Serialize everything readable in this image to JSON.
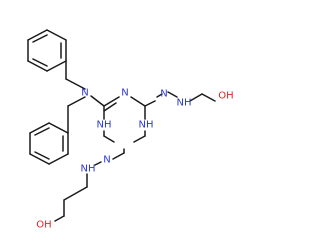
{
  "molecule": {
    "colors": {
      "bond": "#1a1a1a",
      "nitrogen": "#2b39d6",
      "oxygen": "#e22222"
    },
    "labels": {
      "n_amine": "N",
      "n_ring_top": "N",
      "nh_ring_left": "NH",
      "nh_ring_right": "NH",
      "hydrazo_top_n1": "N",
      "hydrazo_top_nh": "NH",
      "oh_top": "OH",
      "hydrazo_bottom_n1": "N",
      "hydrazo_bottom_nh": "NH",
      "oh_bottom": "OH"
    }
  }
}
